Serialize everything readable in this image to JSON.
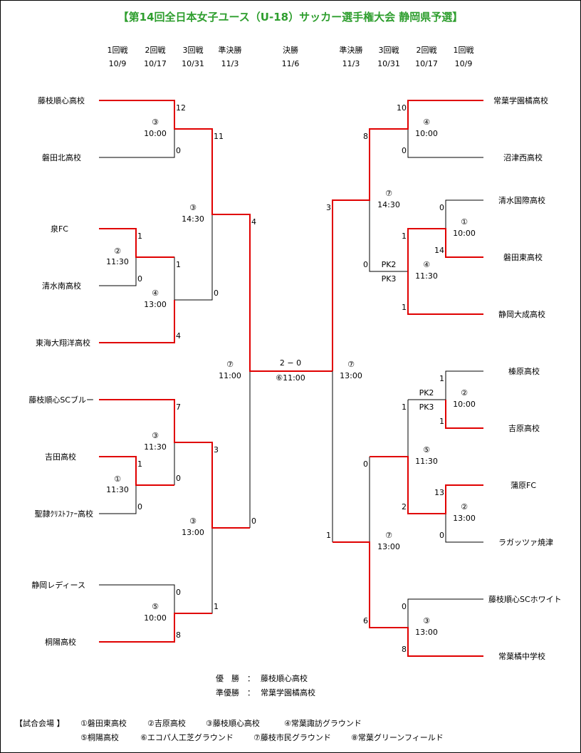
{
  "title": "【第14回全日本女子ユース（U-18）サッカー選手権大会 静岡県予選】",
  "rounds": [
    {
      "name": "1回戦",
      "date": "10/9"
    },
    {
      "name": "2回戦",
      "date": "10/17"
    },
    {
      "name": "3回戦",
      "date": "10/31"
    },
    {
      "name": "準決勝",
      "date": "11/3"
    },
    {
      "name": "決勝",
      "date": "11/6"
    },
    {
      "name": "準決勝",
      "date": "11/3"
    },
    {
      "name": "3回戦",
      "date": "10/31"
    },
    {
      "name": "2回戦",
      "date": "10/17"
    },
    {
      "name": "1回戦",
      "date": "10/9"
    }
  ],
  "left_teams": [
    "藤枝順心高校",
    "磐田北高校",
    "泉FC",
    "清水南高校",
    "東海大翔洋高校",
    "藤枝順心SCブルー",
    "吉田高校",
    "聖隷ｸﾘｽﾄﾌｧｰ高校",
    "静岡レディース",
    "桐陽高校"
  ],
  "right_teams": [
    "常葉学園橘高校",
    "沼津西高校",
    "清水国際高校",
    "磐田東高校",
    "静岡大成高校",
    "榛原高校",
    "吉原高校",
    "蒲原FC",
    "ラガッツァ焼津",
    "藤枝順心SCホワイト",
    "常葉橘中学校"
  ],
  "scores": {
    "l_s1a": "12",
    "l_s1b": "0",
    "l_s2a": "1",
    "l_s2b": "0",
    "l_s3a": "1",
    "l_s3b": "0",
    "l_s4": "4",
    "l_s5": "11",
    "l_s6": "4",
    "l_s7a": "7",
    "l_s7b": "1",
    "l_s7c": "0",
    "l_s8": "0",
    "l_s9": "3",
    "l_s10a": "0",
    "l_s10b": "8",
    "l_s11": "1",
    "l_s12": "0",
    "r_s1a": "10",
    "r_s1b": "0",
    "r_s2a": "0",
    "r_s2b": "14",
    "r_s3": "1",
    "r_s3b": "1",
    "r_s4": "8",
    "r_s5": "0",
    "r_s6": "3",
    "r_s7a": "1",
    "r_s7b": "1",
    "r_s8a": "13",
    "r_s8b": "0",
    "r_s9": "1",
    "r_s10": "2",
    "r_s11": "0",
    "r_s12": "1",
    "r_s13a": "0",
    "r_s13b": "8",
    "r_s14": "6",
    "pk_a": "PK2",
    "pk_b": "PK3",
    "pk_c": "PK2",
    "pk_d": "PK3",
    "final": "2 − 0"
  },
  "matches": [
    {
      "no": "③",
      "time": "10:00"
    },
    {
      "no": "②",
      "time": "11:30"
    },
    {
      "no": "④",
      "time": "13:00"
    },
    {
      "no": "③",
      "time": "14:30"
    },
    {
      "no": "⑦",
      "time": "11:00"
    },
    {
      "no": "③",
      "time": "11:30"
    },
    {
      "no": "①",
      "time": "11:30"
    },
    {
      "no": "③",
      "time": "13:00"
    },
    {
      "no": "⑤",
      "time": "10:00"
    },
    {
      "no": "④",
      "time": "10:00"
    },
    {
      "no": "①",
      "time": "10:00"
    },
    {
      "no": "④",
      "time": "11:30"
    },
    {
      "no": "⑦",
      "time": "14:30"
    },
    {
      "no": "⑦",
      "time": "13:00"
    },
    {
      "no": "②",
      "time": "10:00"
    },
    {
      "no": "⑤",
      "time": "11:30"
    },
    {
      "no": "②",
      "time": "13:00"
    },
    {
      "no": "⑦",
      "time": "13:00"
    },
    {
      "no": "③",
      "time": "13:00"
    }
  ],
  "final_venue": "⑥11:00",
  "results": {
    "winner_label": "優　勝　：",
    "winner": "藤枝順心高校",
    "runner_label": "準優勝　：",
    "runner": "常葉学園橘高校"
  },
  "venues": {
    "label": "【試合会場 】",
    "line1": [
      "①磐田東高校",
      "②吉原高校",
      "③藤枝順心高校",
      "④常葉諏訪グラウンド"
    ],
    "line2": [
      "⑤桐陽高校",
      "⑥エコパ人工芝グラウンド",
      "⑦藤枝市民グラウンド",
      "⑧常葉グリーンフィールド"
    ]
  }
}
